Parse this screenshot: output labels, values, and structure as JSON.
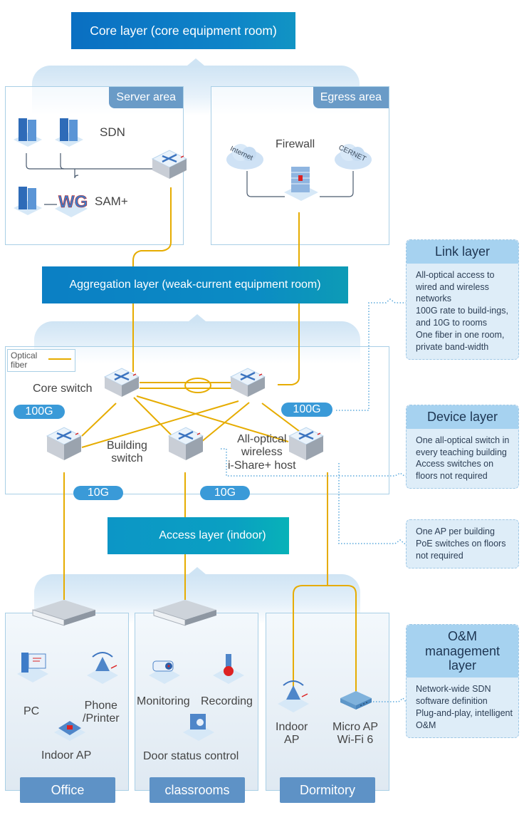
{
  "layers": {
    "core": "Core layer (core equipment room)",
    "aggregation": "Aggregation layer (weak-current equipment room)",
    "access": "Access layer (indoor)"
  },
  "core_areas": {
    "server": {
      "tab": "Server area",
      "sdn": "SDN",
      "sam": "SAM+"
    },
    "egress": {
      "tab": "Egress area",
      "firewall": "Firewall",
      "internet": "Internet",
      "cernet": "CERNET"
    }
  },
  "aggregation_area": {
    "legend": {
      "label": "Optical\nfiber",
      "line_color": "#e6ac00"
    },
    "core_switch": "Core switch",
    "building_switch": "Building\nswitch",
    "wireless_host": "All-optical\nwireless\ni-Share+ host",
    "rates": {
      "left_100g": "100G",
      "right_100g": "100G",
      "left_10g": "10G",
      "mid_10g": "10G"
    }
  },
  "rooms": [
    {
      "tab": "Office",
      "devices": [
        "PC",
        "Phone\n/Printer",
        "Indoor AP"
      ]
    },
    {
      "tab": "classrooms",
      "devices": [
        "Monitoring",
        "Recording",
        "Door status control"
      ]
    },
    {
      "tab": "Dormitory",
      "devices": [
        "Indoor\nAP",
        "Micro AP\nWi-Fi 6"
      ]
    }
  ],
  "side_panels": [
    {
      "title": "Link layer",
      "lines": [
        "All-optical access to wired and wireless networks",
        "100G rate to build-ings, and 10G to rooms",
        "One fiber in one room, private band-width"
      ]
    },
    {
      "title": "Device layer",
      "lines": [
        "One all-optical switch in every teaching building",
        "Access switches on floors not required"
      ]
    },
    {
      "title": "",
      "lines": [
        "One AP per building",
        "PoE switches on floors not required"
      ]
    },
    {
      "title": "O&M management layer",
      "lines": [
        "Network-wide SDN software definition",
        "Plug-and-play, intelligent O&M"
      ]
    }
  ],
  "colors": {
    "fiber": "#e6ac00",
    "accent_blue": "#3a9ad8",
    "tab_blue": "#5e92c6",
    "dotted": "#5aa8dc"
  }
}
